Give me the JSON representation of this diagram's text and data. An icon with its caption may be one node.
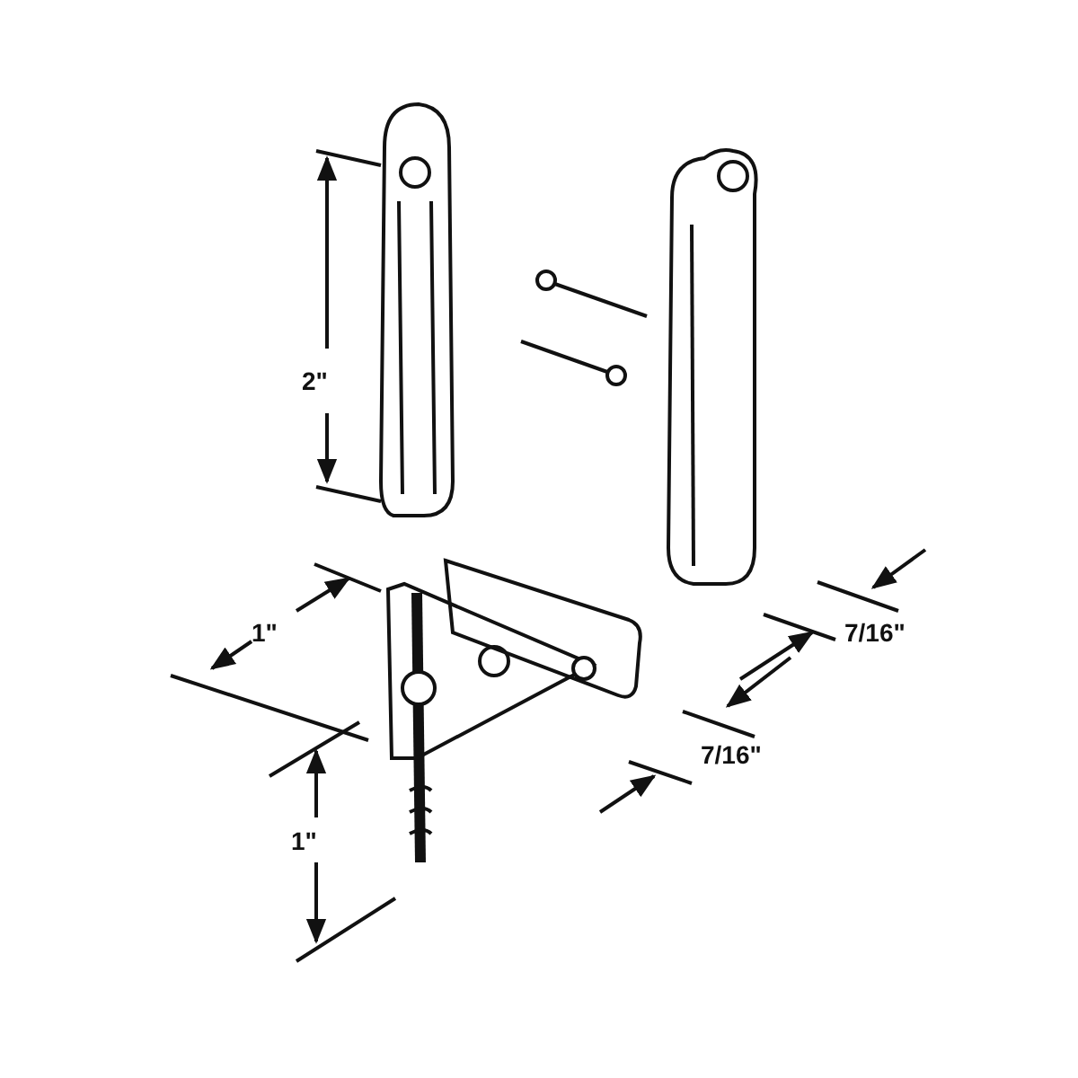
{
  "diagram": {
    "labels": [
      "2\"",
      "1\"",
      "7/16\"",
      "7/16\"",
      "1\""
    ]
  }
}
